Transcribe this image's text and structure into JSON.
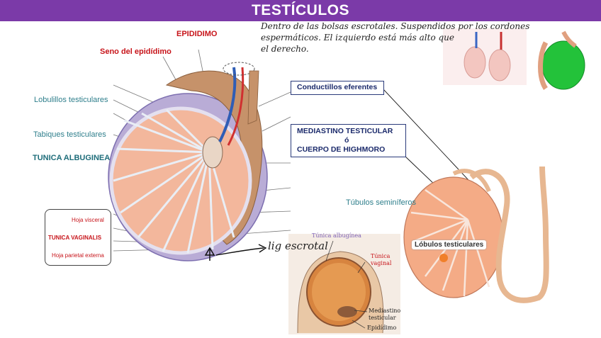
{
  "title": "TESTÍCULOS",
  "labels": {
    "epididimo": "EPIDIDIMO",
    "seno": "Seno del epidídimo",
    "lobulillos": "Lobulillos testiculares",
    "tabiques": "Tabiques testiculares",
    "tunica_albuginea": "TUNICA ALBUGINEA",
    "hoja_visceral": "Hoja visceral",
    "tunica_vaginalis": "TUNICA VAGINALIS",
    "hoja_parietal": "Hoja parietal externa",
    "conductillos": "Conductillos eferentes",
    "mediastino_line1": "MEDIASTINO TESTICULAR",
    "mediastino_line2": "ó",
    "mediastino_line3": "CUERPO DE HIGHMORO",
    "tubulos": "Túbulos seminíferos",
    "lobulos": "Lóbulos testiculares",
    "inset_albuginea": "Túnica albugínea",
    "inset_vaginal_1": "Túnica",
    "inset_vaginal_2": "vaginal",
    "inset_mediastino_1": "Mediastino",
    "inset_mediastino_2": "testicular",
    "inset_epididimo": "Epidídimo",
    "lig_escrotal": "lig escrotal"
  },
  "handwriting": {
    "line1": "Dentro de las bolsas escrotales. Suspendidos por los cordones",
    "line2": "espermáticos. El izquierdo está más alto que",
    "line3": "el derecho."
  },
  "colors": {
    "title_bar": "#7b3aa8",
    "testis_fill": "#f3b79c",
    "epididymis": "#c6926a",
    "tunica": "#a79ac7",
    "accent_orange": "#f07f2a"
  }
}
